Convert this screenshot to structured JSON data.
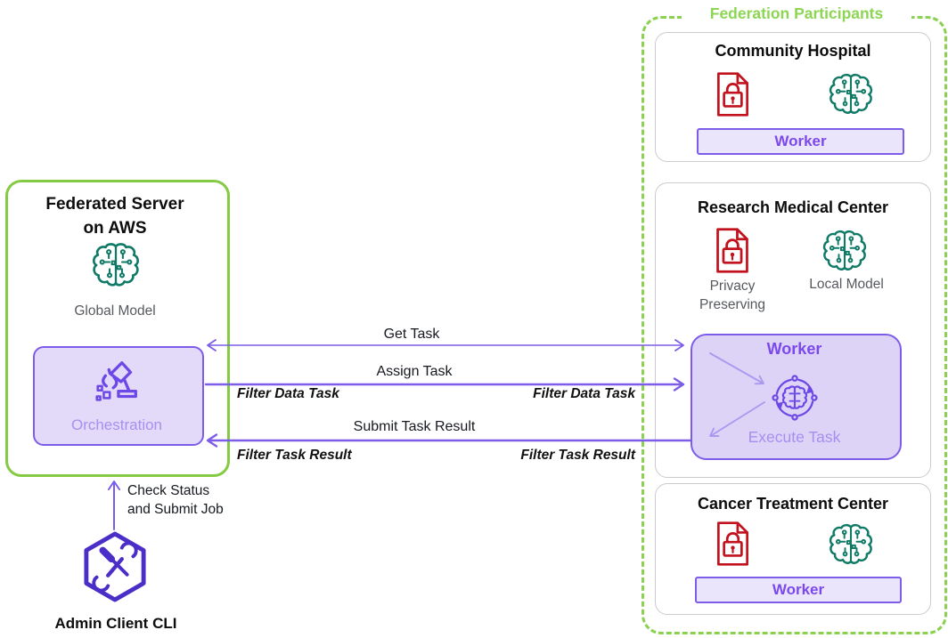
{
  "colors": {
    "accent_green": "#84cb43",
    "dashed_green": "#8ad14f",
    "green_text": "#8cd653",
    "purple": "#7c5ce8",
    "purple_deep": "#4b2ec8",
    "purple_text": "#7b48ea",
    "purple_light": "#a99af0",
    "purple_fill": "#e2daf8",
    "red": "#c2121e",
    "teal": "#0f7a66",
    "gray_text": "#56595e"
  },
  "icons": {
    "global_model": "circuit-brain-icon",
    "local_model": "circuit-brain-icon",
    "privacy": "document-lock-icon",
    "orchestration": "robot-arm-icon",
    "execute_task": "brain-cycle-icon",
    "admin_client": "hexagon-tools-icon"
  },
  "federated_server": {
    "title": "Federated Server\non AWS",
    "global_model_label": "Global Model",
    "orchestration_label": "Orchestration"
  },
  "admin_client": {
    "label": "Admin Client CLI",
    "action_label": "Check Status\nand Submit Job"
  },
  "messages": {
    "get_task": "Get Task",
    "assign_task": "Assign Task",
    "submit_task_result": "Submit Task Result",
    "assign_filter_left": "Filter Data Task",
    "assign_filter_right": "Filter Data Task",
    "submit_filter_left": "Filter Task Result",
    "submit_filter_right": "Filter Task Result"
  },
  "participants": {
    "label": "Federation Participants",
    "cards": [
      {
        "title": "Community Hospital",
        "worker_label": "Worker"
      },
      {
        "title": "Research Medical Center",
        "privacy_label": "Privacy\nPreserving",
        "local_model_label": "Local Model",
        "worker_title": "Worker",
        "execute_label": "Execute Task"
      },
      {
        "title": "Cancer Treatment Center",
        "worker_label": "Worker"
      }
    ]
  }
}
